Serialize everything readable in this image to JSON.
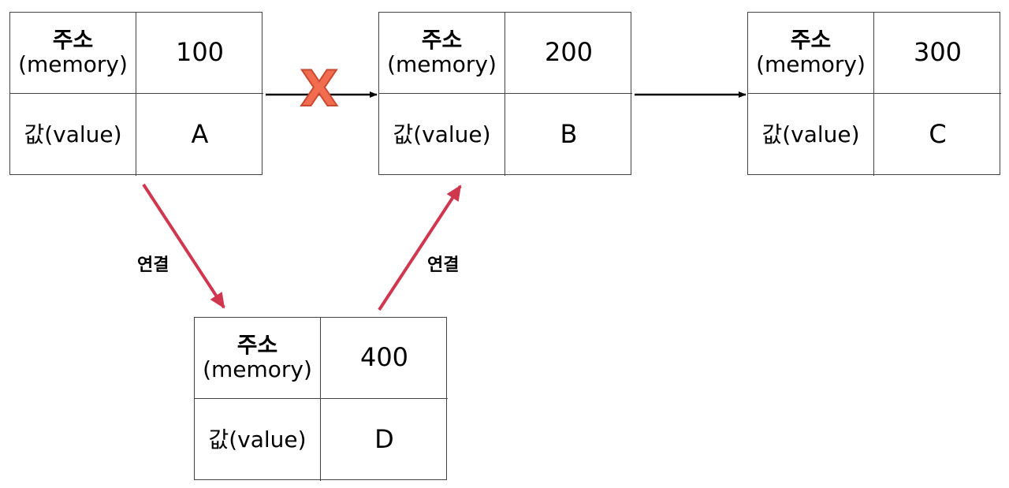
{
  "nodes": [
    {
      "id": "node-a",
      "address_label_ko": "주소",
      "address_label_en": "(memory)",
      "address": "100",
      "value_label": "값(value)",
      "value": "A"
    },
    {
      "id": "node-b",
      "address_label_ko": "주소",
      "address_label_en": "(memory)",
      "address": "200",
      "value_label": "값(value)",
      "value": "B"
    },
    {
      "id": "node-c",
      "address_label_ko": "주소",
      "address_label_en": "(memory)",
      "address": "300",
      "value_label": "값(value)",
      "value": "C"
    },
    {
      "id": "node-d",
      "address_label_ko": "주소",
      "address_label_en": "(memory)",
      "address": "400",
      "value_label": "값(value)",
      "value": "D"
    }
  ],
  "links": [
    {
      "from": "node-a",
      "to": "node-b",
      "label": "",
      "broken": true,
      "broken_mark": "X",
      "color": "#000000"
    },
    {
      "from": "node-b",
      "to": "node-c",
      "label": "",
      "broken": false,
      "color": "#000000"
    },
    {
      "from": "node-a",
      "to": "node-d",
      "label": "연결",
      "broken": false,
      "color": "#d1364f"
    },
    {
      "from": "node-d",
      "to": "node-b",
      "label": "연결",
      "broken": false,
      "color": "#d1364f"
    }
  ],
  "colors": {
    "border": "#444444",
    "cross": "#f26c4f",
    "new_link": "#d1364f"
  }
}
